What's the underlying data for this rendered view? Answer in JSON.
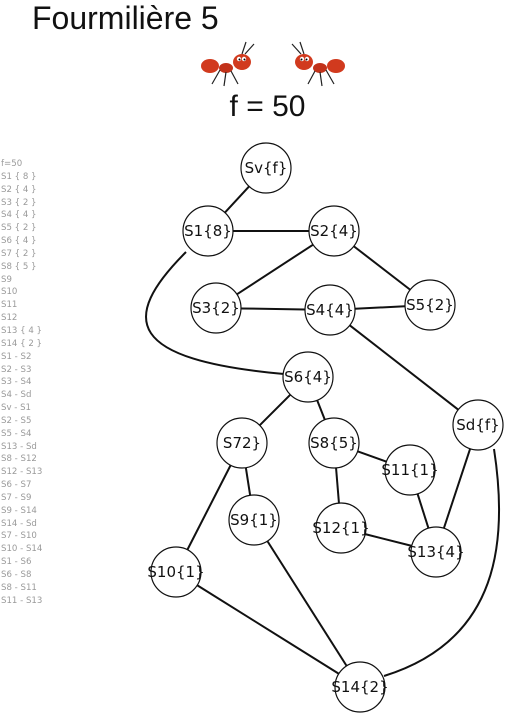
{
  "header": {
    "title": "Fourmilière 5",
    "flow": "f = 50"
  },
  "decor": {
    "ant_icon": "ant-icon",
    "ant_color": "#d13a1e"
  },
  "sidebar_lines": [
    "f=50",
    "S1 { 8 }",
    "S2 { 4 }",
    "S3 { 2 }",
    "S4 { 4 }",
    "S5 { 2 }",
    "S6 { 4 }",
    "S7 { 2 }",
    "S8 { 5 }",
    "S9",
    "S10",
    "S11",
    "S12",
    "S13 { 4 }",
    "S14 { 2 }",
    "S1 - S2",
    "S2 - S3",
    "S3 - S4",
    "S4 - Sd",
    "Sv - S1",
    "S2 - S5",
    "S5 - S4",
    "S13 - Sd",
    "S8 - S12",
    "S12 - S13",
    "S6 - S7",
    "S7 - S9",
    "S9 - S14",
    "S14 - Sd",
    "S7 - S10",
    "S10 - S14",
    "S1 - S6",
    "S6 - S8",
    "S8 - S11",
    "S11 - S13"
  ],
  "nodes": [
    {
      "id": "Sv",
      "label": "Sv{f}"
    },
    {
      "id": "S1",
      "label": "S1{8}"
    },
    {
      "id": "S2",
      "label": "S2{4}"
    },
    {
      "id": "S3",
      "label": "S3{2}"
    },
    {
      "id": "S4",
      "label": "S4{4}"
    },
    {
      "id": "S5",
      "label": "S5{2}"
    },
    {
      "id": "S6",
      "label": "S6{4}"
    },
    {
      "id": "Sd",
      "label": "Sd{f}"
    },
    {
      "id": "S7",
      "label": "S72}"
    },
    {
      "id": "S8",
      "label": "S8{5}"
    },
    {
      "id": "S11",
      "label": "S11{1}"
    },
    {
      "id": "S9",
      "label": "S9{1}"
    },
    {
      "id": "S12",
      "label": "S12{1}"
    },
    {
      "id": "S13",
      "label": "S13{4}"
    },
    {
      "id": "S10",
      "label": "S10{1}"
    },
    {
      "id": "S14",
      "label": "S14{2}"
    }
  ],
  "edges": [
    [
      "Sv",
      "S1"
    ],
    [
      "S1",
      "S2"
    ],
    [
      "S2",
      "S3"
    ],
    [
      "S3",
      "S4"
    ],
    [
      "S4",
      "S5"
    ],
    [
      "S2",
      "S5"
    ],
    [
      "S4",
      "Sd"
    ],
    [
      "S1",
      "S6"
    ],
    [
      "S6",
      "S7"
    ],
    [
      "S6",
      "S8"
    ],
    [
      "S7",
      "S9"
    ],
    [
      "S7",
      "S10"
    ],
    [
      "S8",
      "S11"
    ],
    [
      "S8",
      "S12"
    ],
    [
      "S12",
      "S13"
    ],
    [
      "S11",
      "S13"
    ],
    [
      "S13",
      "Sd"
    ],
    [
      "S9",
      "S14"
    ],
    [
      "S10",
      "S14"
    ],
    [
      "S14",
      "Sd"
    ]
  ]
}
